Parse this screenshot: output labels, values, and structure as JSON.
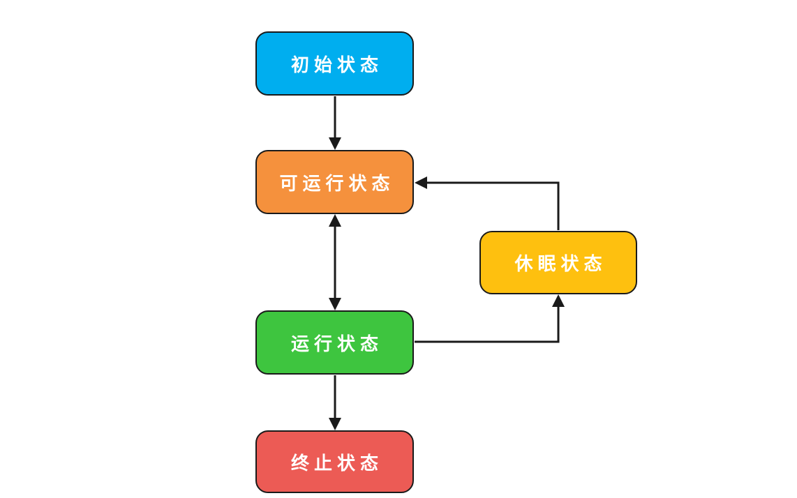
{
  "diagram": {
    "background_color": "#ffffff",
    "arrow_color": "#1a1a1a",
    "node_border_color": "#1a1a1a",
    "node_text_color": "#ffffff",
    "nodes": [
      {
        "id": "initial",
        "label": "初始状态",
        "color": "#00AEEF"
      },
      {
        "id": "runnable",
        "label": "可运行状态",
        "color": "#F5913D"
      },
      {
        "id": "sleeping",
        "label": "休眠状态",
        "color": "#FEC00F"
      },
      {
        "id": "running",
        "label": "运行状态",
        "color": "#3EC53F"
      },
      {
        "id": "terminated",
        "label": "终止状态",
        "color": "#EC5B55"
      }
    ],
    "edges": [
      {
        "from": "initial",
        "to": "runnable",
        "direction": "down"
      },
      {
        "from": "runnable",
        "to": "running",
        "direction": "bidirectional"
      },
      {
        "from": "running",
        "to": "sleeping",
        "direction": "right-then-up"
      },
      {
        "from": "sleeping",
        "to": "runnable",
        "direction": "up-then-left"
      },
      {
        "from": "running",
        "to": "terminated",
        "direction": "down"
      }
    ]
  }
}
